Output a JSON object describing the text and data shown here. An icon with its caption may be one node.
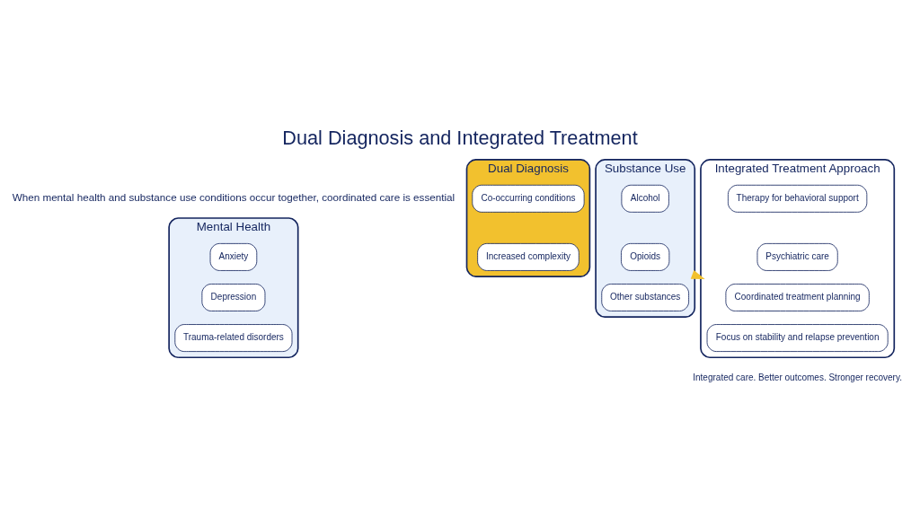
{
  "diagram": {
    "title": "Dual Diagnosis and Integrated Treatment",
    "nodes": [
      {
        "text": [
          "Mental Health"
        ]
      },
      {
        "text": [
          "Anxiety"
        ],
        "in": 0
      },
      {
        "text": [
          "Depression"
        ],
        "in": 0
      },
      {
        "text": [
          "Trauma-related disorders"
        ],
        "in": 0
      },
      {
        "text": [
          "Dual Diagnosis"
        ]
      },
      {
        "text": [
          "Co-occurring conditions"
        ],
        "in": 4
      },
      {
        "text": [
          "Increased complexity"
        ],
        "in": 4
      },
      {
        "text": [
          "Substance Use"
        ]
      },
      {
        "text": [
          "Alcohol"
        ],
        "in": 7
      },
      {
        "text": [
          "Opioids"
        ],
        "in": 7
      },
      {
        "text": [
          "Other substances"
        ],
        "in": 7
      },
      {
        "text": [
          "Integrated Treatment Approach"
        ]
      },
      {
        "text": [
          "Therapy for behavioral support"
        ],
        "in": 11
      },
      {
        "text": [
          "Psychiatric care"
        ],
        "in": 11
      },
      {
        "text": [
          "Coordinated treatment planning"
        ],
        "in": 11
      },
      {
        "text": [
          "Focus on stability and relapse prevention"
        ],
        "in": 11
      }
    ],
    "edges": [
      {
        "from": 7,
        "to": 11,
        "arrow": "to",
        "color": "#f2c12e",
        "style": "thick"
      }
    ],
    "labels": [
      "When mental health and substance use conditions occur together, coordinated care is essential",
      "Integrated care. Better outcomes. Stronger recovery."
    ]
  }
}
